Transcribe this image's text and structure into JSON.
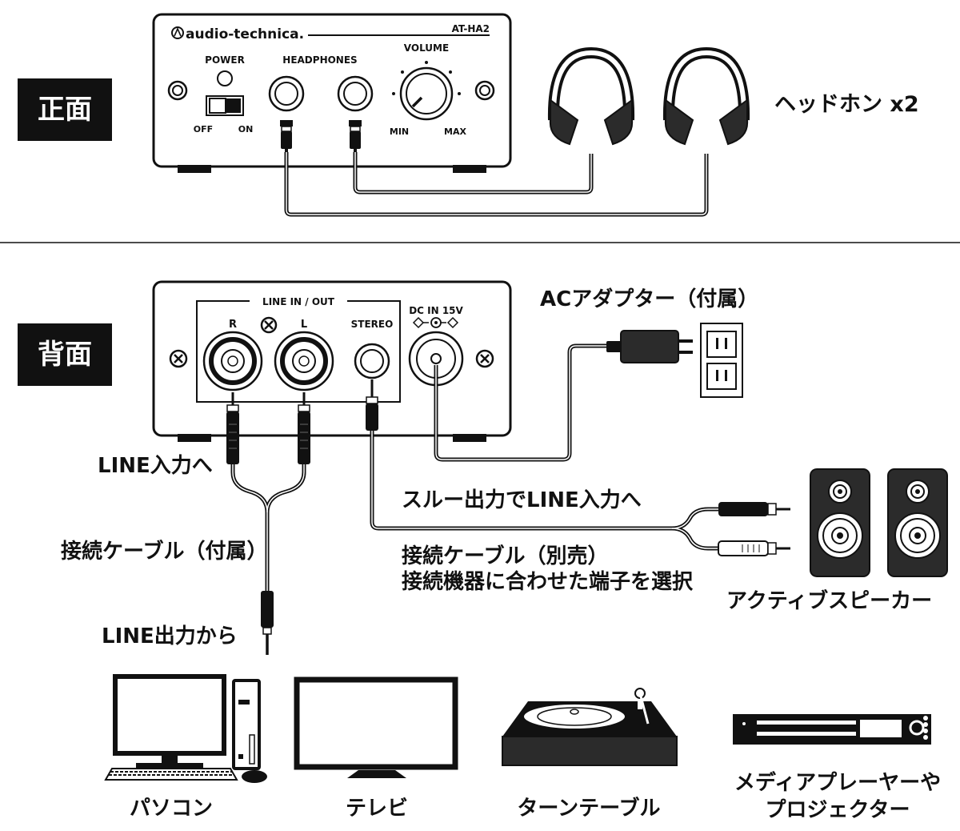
{
  "sections": {
    "front": "正面",
    "back": "背面"
  },
  "front_panel": {
    "brand": "audio-technica.",
    "model": "AT-HA2",
    "power": "POWER",
    "headphones": "HEADPHONES",
    "volume": "VOLUME",
    "off": "OFF",
    "on": "ON",
    "min": "MIN",
    "max": "MAX"
  },
  "rear_panel": {
    "line_in_out": "LINE IN / OUT",
    "r": "R",
    "l": "L",
    "stereo": "STEREO",
    "dc_in": "DC IN 15V"
  },
  "labels": {
    "headphones_x2": "ヘッドホン x2",
    "ac_adapter": "ACアダプター（付属）",
    "line_in_to": "LINE入力へ",
    "cable_included": "接続ケーブル（付属）",
    "line_out_from": "LINE出力から",
    "through_out": "スルー出力でLINE入力へ",
    "cable_sold_separately_1": "接続ケーブル（別売）",
    "cable_sold_separately_2": "接続機器に合わせた端子を選択",
    "active_speakers": "アクティブスピーカー"
  },
  "devices": {
    "pc": "パソコン",
    "tv": "テレビ",
    "turntable": "ターンテーブル",
    "media_player_1": "メディアプレーヤーや",
    "media_player_2": "プロジェクター"
  },
  "colors": {
    "ink": "#111111",
    "background": "#ffffff",
    "speaker_body": "#2b2b2b",
    "gray_fill": "#8a8a8a"
  }
}
